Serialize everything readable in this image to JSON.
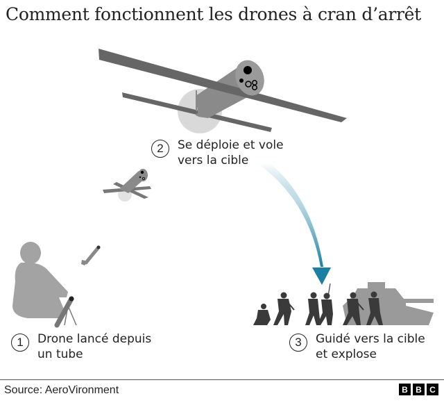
{
  "title": "Comment fonctionnent les drones à cran d’arrêt",
  "steps": [
    {
      "number": "1",
      "line1": "Drone lancé depuis",
      "line2": "un tube"
    },
    {
      "number": "2",
      "line1": "Se déploie et vole",
      "line2": "vers la cible"
    },
    {
      "number": "3",
      "line1": "Guidé vers la cible",
      "line2": "et explose"
    }
  ],
  "footer": {
    "source": "Source: AeroVironment",
    "logo": [
      "B",
      "B",
      "C"
    ]
  },
  "colors": {
    "drone_dark": "#666666",
    "drone_body": "#8a8a8a",
    "propeller": "#d9d9d9",
    "soldier_dark": "#3a3a3a",
    "silhouette_grey": "#9e9e9e",
    "arrow_teal": "#1a7fa0"
  }
}
